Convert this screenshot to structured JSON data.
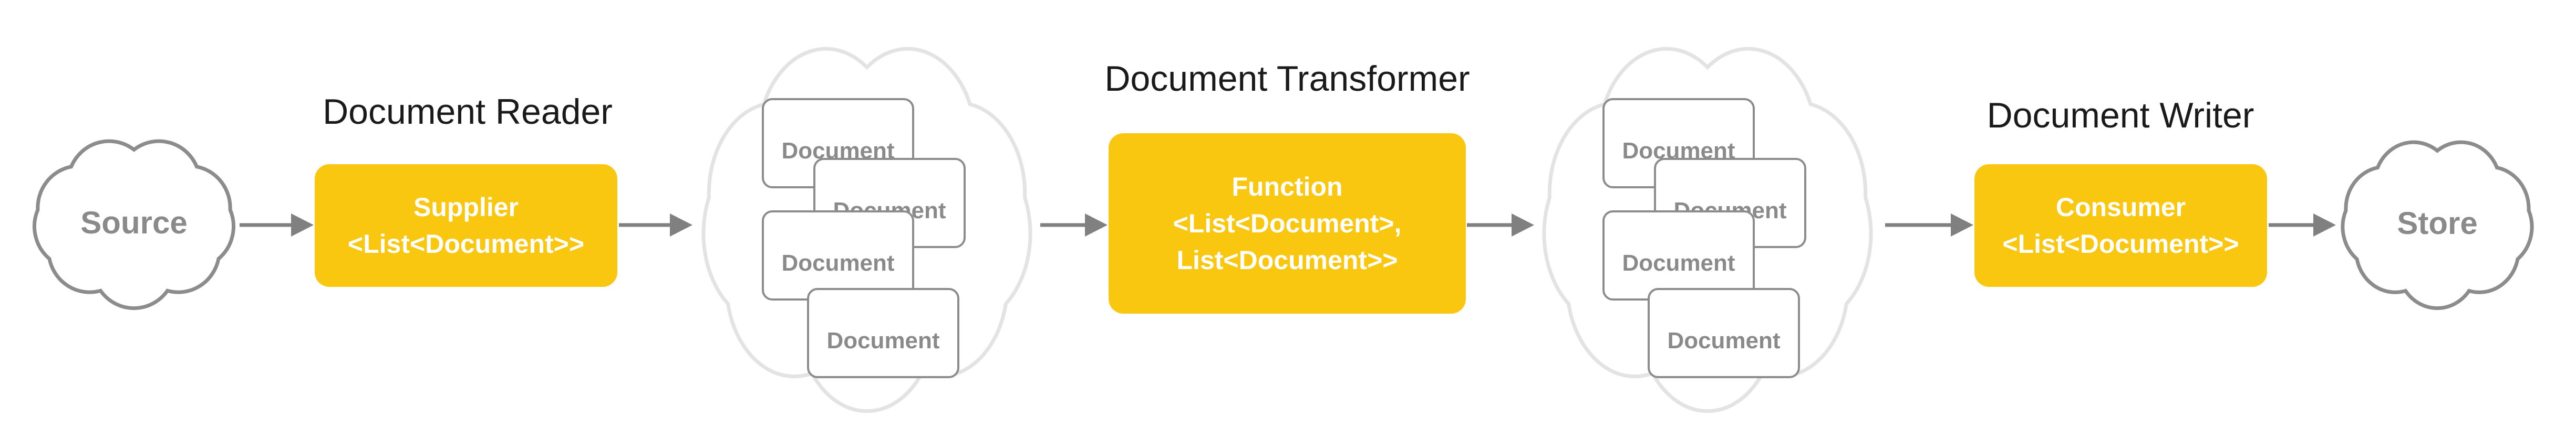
{
  "diagram": {
    "stage_titles": {
      "reader": "Document Reader",
      "transformer": "Document Transformer",
      "writer": "Document Writer"
    },
    "source_cloud": {
      "label": "Source"
    },
    "store_cloud": {
      "label": "Store"
    },
    "reader_box": {
      "line1": "Supplier",
      "line2": "<List<Document>>"
    },
    "transformer_box": {
      "line1": "Function",
      "line2": "<List<Document>,",
      "line3": "List<Document>>"
    },
    "writer_box": {
      "line1": "Consumer",
      "line2": "<List<Document>>"
    },
    "document_card_label": "Document"
  },
  "colors": {
    "background": "#FFFFFF",
    "accent_yellow": "#F9C710",
    "box_text_white": "#FFFFFF",
    "title_text": "#1A1A1A",
    "arrow_gray": "#808080",
    "cloud_stroke_gray": "#8C8C8C",
    "cloud_label_gray": "#8A8A8A",
    "doc_cloud_stroke": "#E3E3E3",
    "card_stroke": "#8C8C8C",
    "card_text": "#8A8A8A"
  }
}
